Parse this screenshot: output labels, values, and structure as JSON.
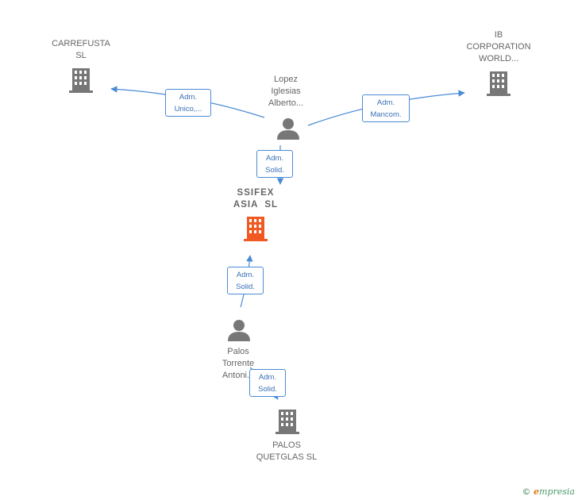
{
  "nodes": {
    "carrefusta": {
      "line1": "CARREFUSTA",
      "line2": "SL",
      "icon": "building-icon"
    },
    "ib_corporation": {
      "line1": "IB",
      "line2": "CORPORATION",
      "line3": "WORLD...",
      "icon": "building-icon"
    },
    "lopez": {
      "line1": "Lopez",
      "line2": "Iglesias",
      "line3": "Alberto...",
      "icon": "person-icon"
    },
    "ssifex": {
      "line1": "SSIFEX",
      "line2": "ASIA  SL",
      "icon": "building-icon",
      "highlight_color": "#f05a22"
    },
    "palos_torrente": {
      "line1": "Palos",
      "line2": "Torrente",
      "line3": "Antoni...",
      "icon": "person-icon"
    },
    "palos_quetglas": {
      "line1": "PALOS",
      "line2": "QUETGLAS SL",
      "icon": "building-icon"
    }
  },
  "edges": {
    "lopez_carrefusta": {
      "line1": "Adm.",
      "line2": "Unico,..."
    },
    "lopez_ib": {
      "line1": "Adm.",
      "line2": "Mancom."
    },
    "lopez_ssifex": {
      "line1": "Adm.",
      "line2": "Solid."
    },
    "palos_ssifex": {
      "line1": "Adm.",
      "line2": "Solid."
    },
    "palos_quetglas": {
      "line1": "Adm.",
      "line2": "Solid."
    }
  },
  "brand": {
    "symbol": "©",
    "initial": "e",
    "name": "mpresia"
  },
  "colors": {
    "edge": "#4a8bd6",
    "node_gray": "#777777",
    "highlight": "#f05a22"
  }
}
